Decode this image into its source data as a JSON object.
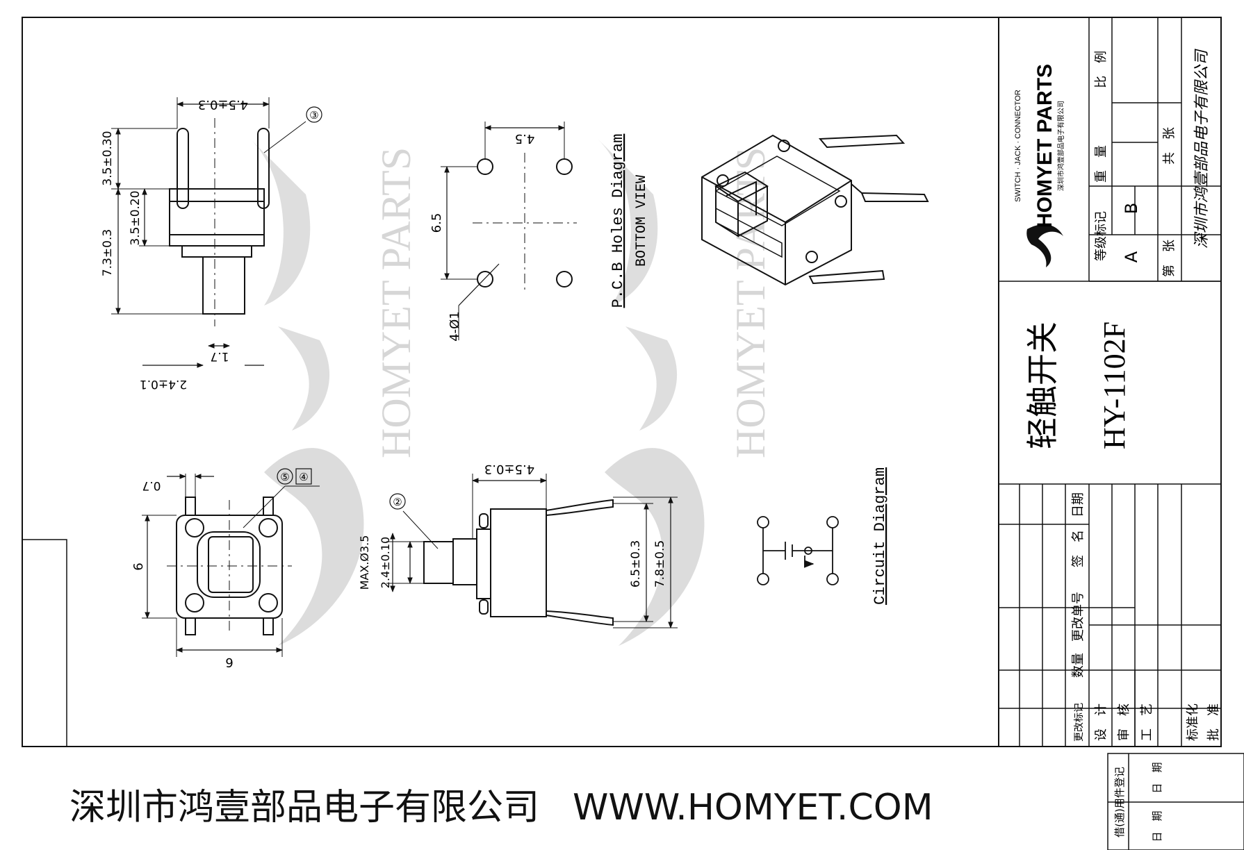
{
  "drawing": {
    "title_cn": "轻触开关",
    "model": "HY-1102F",
    "brand": "HOMYET PARTS",
    "brand_tagline": "SWITCH · JACK · CONNECTOR",
    "company_small": "深圳市鸿壹部品电子有限公司",
    "signature": "深圳市鸿壹部品电子有限公司",
    "watermark_text": "HOMYET PARTS"
  },
  "dimensions": {
    "pin_spacing": "4.5±0.3",
    "pin_length": "3.5±0.30",
    "body_height": "3.5±0.20",
    "total_height": "7.3±0.3",
    "actuator_width": "1.7",
    "actuator_base": "2.4±0.1",
    "bottom_width": "6",
    "bottom_height": "6",
    "pin_width": "0.7",
    "side_pin_spacing": "4.5±0.3",
    "pin_row": "6.5±0.3",
    "overall_row": "7.8±0.5",
    "actuator_dia": "MAX.Ø3.5",
    "actuator_side": "2.4±0.10"
  },
  "callouts": {
    "c2": "②",
    "c3": "③",
    "c4": "④",
    "c5": "⑤"
  },
  "pcb": {
    "title": "P.C.B Holes Diagram",
    "view": "BOTTOM VIEW",
    "dim_x": "4.5",
    "dim_y": "6.5",
    "holes": "4-Ø1"
  },
  "circuit": {
    "title": "Circuit Diagram"
  },
  "title_block": {
    "grade_label": "等级标记",
    "weight_label": "重　量",
    "scale_label": "比　例",
    "grade_a": "A",
    "grade_b": "B",
    "sheet_label": "第　张",
    "total_label": "共　张",
    "revision_headers": [
      "更改标记",
      "数量",
      "更改单号",
      "签　名",
      "日期"
    ],
    "roles": [
      "设　计",
      "审　核",
      "工　艺",
      "标准化",
      "批　准"
    ],
    "borrow_label": "借(通)用件登记",
    "date_label": "日　期"
  },
  "footer": {
    "company": "深圳市鸿壹部品电子有限公司",
    "website": "WWW.HOMYET.COM"
  }
}
